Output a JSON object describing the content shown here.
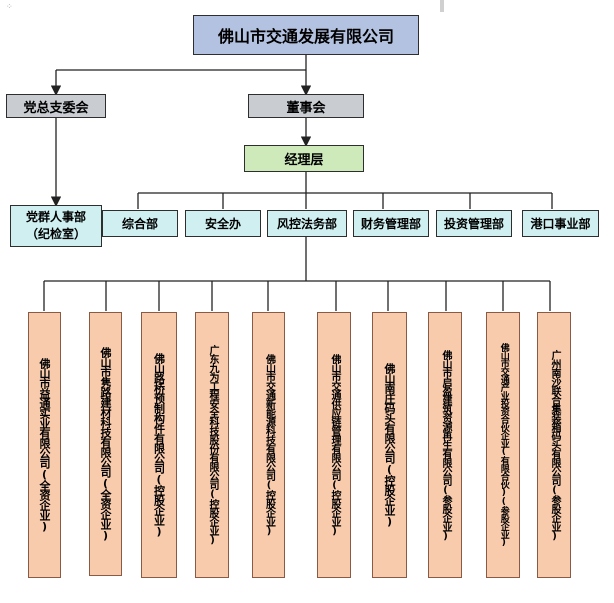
{
  "company": "佛山市交通发展有限公司",
  "party_committee": "党总支委会",
  "party_hr": [
    "党群人事部",
    "（纪检室）"
  ],
  "board": "董事会",
  "management": "经理层",
  "departments": [
    {
      "id": "zonghe",
      "label": "综合部"
    },
    {
      "id": "anquan",
      "label": "安全办"
    },
    {
      "id": "fengkong",
      "label": "风控法务部"
    },
    {
      "id": "caiwu",
      "label": "财务管理部"
    },
    {
      "id": "touzi",
      "label": "投资管理部"
    },
    {
      "id": "gangkou",
      "label": "港口事业部"
    }
  ],
  "subsidiaries": [
    "佛山市益通实业有限公司(全资企业)",
    "佛山市隽路建材科技有限公司(全资企业)",
    "佛山路桥预制构件有限公司(控股企业)",
    "广东九为工程安全科技股份有限公司(控股企业)",
    "佛山市交通新能源科技有限公司(控股企业)",
    "佛山市交通供应链管理有限公司(控股企业)",
    "佛山南庄码头有限公司(控股企业)",
    "佛山市启盈建筑资源再生有限公司(参股企业)",
    "佛山市交通产业投资合伙企业(有限合伙)(参股企业)",
    "广州南沙联合集装箱码头有限公司(参股企业)"
  ],
  "colors": {
    "top": "#b3c2e0",
    "gray": "#c9ccd1",
    "green": "#ceeabb",
    "teal": "#cfeff0",
    "orange": "#f8cbad"
  }
}
